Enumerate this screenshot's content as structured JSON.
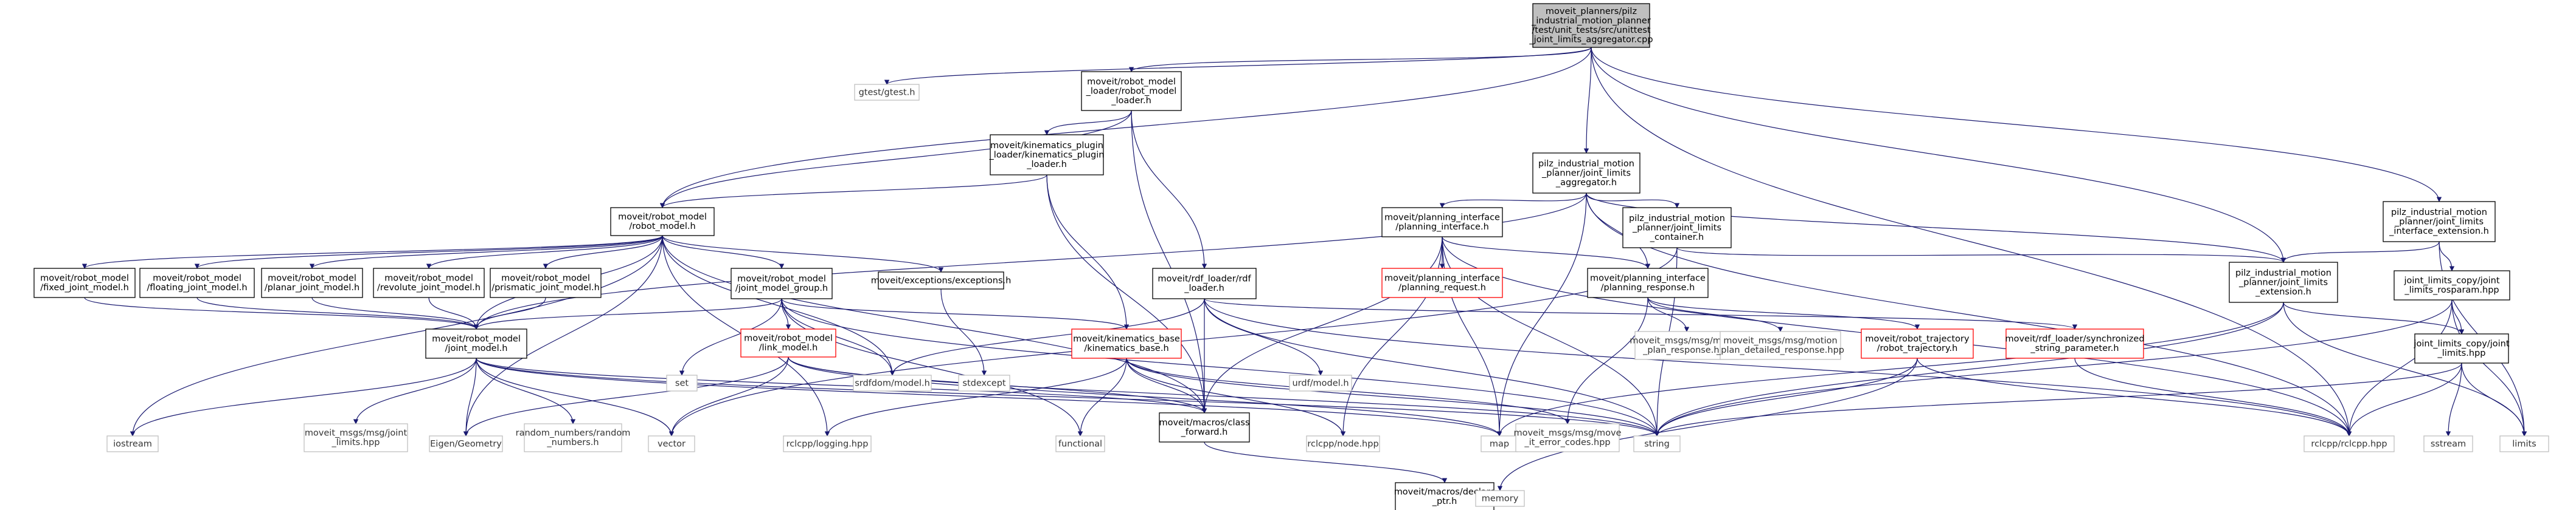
{
  "diagram": {
    "type": "include-dependency-graph",
    "colors": {
      "edge": "#191970",
      "root_fill": "#bfbfbf",
      "node_border": "#000000",
      "external_border": "#bfbfbf",
      "missing_border": "#ff0000"
    },
    "nodes": [
      {
        "id": "root",
        "kind": "root",
        "lines": [
          "moveit_planners/pilz",
          "_industrial_motion_planner",
          "/test/unit_tests/src/unittest",
          "_joint_limits_aggregator.cpp"
        ]
      },
      {
        "id": "gtest",
        "kind": "external",
        "lines": [
          "gtest/gtest.h"
        ]
      },
      {
        "id": "robot_model_loader",
        "kind": "normal",
        "lines": [
          "moveit/robot_model",
          "_loader/robot_model",
          "_loader.h"
        ]
      },
      {
        "id": "kinematics_plugin_loader",
        "kind": "normal",
        "lines": [
          "moveit/kinematics_plugin",
          "_loader/kinematics_plugin",
          "_loader.h"
        ]
      },
      {
        "id": "rdf_loader",
        "kind": "normal",
        "lines": [
          "moveit/rdf_loader/rdf",
          "_loader.h"
        ]
      },
      {
        "id": "robot_model",
        "kind": "normal",
        "lines": [
          "moveit/robot_model",
          "/robot_model.h"
        ]
      },
      {
        "id": "fixed_joint",
        "kind": "normal",
        "lines": [
          "moveit/robot_model",
          "/fixed_joint_model.h"
        ]
      },
      {
        "id": "floating_joint",
        "kind": "normal",
        "lines": [
          "moveit/robot_model",
          "/floating_joint_model.h"
        ]
      },
      {
        "id": "planar_joint",
        "kind": "normal",
        "lines": [
          "moveit/robot_model",
          "/planar_joint_model.h"
        ]
      },
      {
        "id": "revolute_joint",
        "kind": "normal",
        "lines": [
          "moveit/robot_model",
          "/revolute_joint_model.h"
        ]
      },
      {
        "id": "prismatic_joint",
        "kind": "normal",
        "lines": [
          "moveit/robot_model",
          "/prismatic_joint_model.h"
        ]
      },
      {
        "id": "joint_model_group",
        "kind": "normal",
        "lines": [
          "moveit/robot_model",
          "/joint_model_group.h"
        ]
      },
      {
        "id": "exceptions",
        "kind": "normal",
        "lines": [
          "moveit/exceptions/exceptions.h"
        ]
      },
      {
        "id": "joint_model",
        "kind": "normal",
        "lines": [
          "moveit/robot_model",
          "/joint_model.h"
        ]
      },
      {
        "id": "link_model",
        "kind": "missing",
        "lines": [
          "moveit/robot_model",
          "/link_model.h"
        ]
      },
      {
        "id": "kinematics_base",
        "kind": "missing",
        "lines": [
          "moveit/kinematics_base",
          "/kinematics_base.h"
        ]
      },
      {
        "id": "class_forward",
        "kind": "normal",
        "lines": [
          "moveit/macros/class",
          "_forward.h"
        ]
      },
      {
        "id": "declare_ptr",
        "kind": "normal",
        "lines": [
          "moveit/macros/declare",
          "_ptr.h"
        ]
      },
      {
        "id": "memory",
        "kind": "external",
        "lines": [
          "memory"
        ]
      },
      {
        "id": "iostream",
        "kind": "external",
        "lines": [
          "iostream"
        ]
      },
      {
        "id": "joint_limits_hpp",
        "kind": "external",
        "lines": [
          "moveit_msgs/msg/joint",
          "_limits.hpp"
        ]
      },
      {
        "id": "eigen",
        "kind": "external",
        "lines": [
          "Eigen/Geometry"
        ]
      },
      {
        "id": "random_numbers",
        "kind": "external",
        "lines": [
          "random_numbers/random",
          "_numbers.h"
        ]
      },
      {
        "id": "vector",
        "kind": "external",
        "lines": [
          "vector"
        ]
      },
      {
        "id": "rclcpp_logging",
        "kind": "external",
        "lines": [
          "rclcpp/logging.hpp"
        ]
      },
      {
        "id": "set",
        "kind": "external",
        "lines": [
          "set"
        ]
      },
      {
        "id": "stdexcept",
        "kind": "external",
        "lines": [
          "stdexcept"
        ]
      },
      {
        "id": "functional",
        "kind": "external",
        "lines": [
          "functional"
        ]
      },
      {
        "id": "srdfdom_model",
        "kind": "external",
        "lines": [
          "srdfdom/model.h"
        ]
      },
      {
        "id": "urdf_model",
        "kind": "external",
        "lines": [
          "urdf/model.h"
        ]
      },
      {
        "id": "rclcpp_node",
        "kind": "external",
        "lines": [
          "rclcpp/node.hpp"
        ]
      },
      {
        "id": "map",
        "kind": "external",
        "lines": [
          "map"
        ]
      },
      {
        "id": "move_it_error_codes",
        "kind": "external",
        "lines": [
          "moveit_msgs/msg/move",
          "_it_error_codes.hpp"
        ]
      },
      {
        "id": "string",
        "kind": "external",
        "lines": [
          "string"
        ]
      },
      {
        "id": "aggregator",
        "kind": "normal",
        "lines": [
          "pilz_industrial_motion",
          "_planner/joint_limits",
          "_aggregator.h"
        ]
      },
      {
        "id": "planning_interface",
        "kind": "normal",
        "lines": [
          "moveit/planning_interface",
          "/planning_interface.h"
        ]
      },
      {
        "id": "planning_request",
        "kind": "missing",
        "lines": [
          "moveit/planning_interface",
          "/planning_request.h"
        ]
      },
      {
        "id": "limits_container",
        "kind": "normal",
        "lines": [
          "pilz_industrial_motion",
          "_planner/joint_limits",
          "_container.h"
        ]
      },
      {
        "id": "planning_response",
        "kind": "normal",
        "lines": [
          "moveit/planning_interface",
          "/planning_response.h"
        ]
      },
      {
        "id": "motion_plan_response",
        "kind": "external",
        "lines": [
          "moveit_msgs/msg/motion",
          "_plan_response.hpp"
        ]
      },
      {
        "id": "motion_plan_detailed",
        "kind": "external",
        "lines": [
          "moveit_msgs/msg/motion",
          "_plan_detailed_response.hpp"
        ]
      },
      {
        "id": "robot_trajectory",
        "kind": "missing",
        "lines": [
          "moveit/robot_trajectory",
          "/robot_trajectory.h"
        ]
      },
      {
        "id": "synchronized_string",
        "kind": "missing",
        "lines": [
          "moveit/rdf_loader/synchronized",
          "_string_parameter.h"
        ]
      },
      {
        "id": "limits_extension",
        "kind": "normal",
        "lines": [
          "pilz_industrial_motion",
          "_planner/joint_limits",
          "_extension.h"
        ]
      },
      {
        "id": "interface_extension",
        "kind": "normal",
        "lines": [
          "pilz_industrial_motion",
          "_planner/joint_limits",
          "_interface_extension.h"
        ]
      },
      {
        "id": "limits_rosparam",
        "kind": "normal",
        "lines": [
          "joint_limits_copy/joint",
          "_limits_rosparam.hpp"
        ]
      },
      {
        "id": "limits_copy_hpp",
        "kind": "normal",
        "lines": [
          "joint_limits_copy/joint",
          "_limits.hpp"
        ]
      },
      {
        "id": "sstream",
        "kind": "external",
        "lines": [
          "sstream"
        ]
      },
      {
        "id": "limits",
        "kind": "external",
        "lines": [
          "limits"
        ]
      },
      {
        "id": "rclcpp_hpp",
        "kind": "external",
        "lines": [
          "rclcpp/rclcpp.hpp"
        ]
      }
    ],
    "edges": [
      [
        "root",
        "gtest"
      ],
      [
        "root",
        "robot_model_loader"
      ],
      [
        "root",
        "robot_model"
      ],
      [
        "root",
        "aggregator"
      ],
      [
        "root",
        "limits_extension"
      ],
      [
        "root",
        "interface_extension"
      ],
      [
        "root",
        "rclcpp_hpp"
      ],
      [
        "robot_model_loader",
        "kinematics_plugin_loader"
      ],
      [
        "robot_model_loader",
        "rdf_loader"
      ],
      [
        "robot_model_loader",
        "robot_model"
      ],
      [
        "robot_model_loader",
        "class_forward"
      ],
      [
        "kinematics_plugin_loader",
        "robot_model"
      ],
      [
        "kinematics_plugin_loader",
        "kinematics_base"
      ],
      [
        "kinematics_plugin_loader",
        "class_forward"
      ],
      [
        "rdf_loader",
        "class_forward"
      ],
      [
        "rdf_loader",
        "urdf_model"
      ],
      [
        "rdf_loader",
        "srdfdom_model"
      ],
      [
        "rdf_loader",
        "synchronized_string"
      ],
      [
        "rdf_loader",
        "string"
      ],
      [
        "rdf_loader",
        "rclcpp_hpp"
      ],
      [
        "robot_model",
        "fixed_joint"
      ],
      [
        "robot_model",
        "floating_joint"
      ],
      [
        "robot_model",
        "planar_joint"
      ],
      [
        "robot_model",
        "revolute_joint"
      ],
      [
        "robot_model",
        "prismatic_joint"
      ],
      [
        "robot_model",
        "joint_model_group"
      ],
      [
        "robot_model",
        "exceptions"
      ],
      [
        "robot_model",
        "iostream"
      ],
      [
        "robot_model",
        "eigen"
      ],
      [
        "robot_model",
        "rclcpp_logging"
      ],
      [
        "robot_model",
        "srdfdom_model"
      ],
      [
        "robot_model",
        "class_forward"
      ],
      [
        "robot_model",
        "joint_model"
      ],
      [
        "fixed_joint",
        "joint_model"
      ],
      [
        "floating_joint",
        "joint_model"
      ],
      [
        "planar_joint",
        "joint_model"
      ],
      [
        "revolute_joint",
        "joint_model"
      ],
      [
        "prismatic_joint",
        "joint_model"
      ],
      [
        "joint_model_group",
        "joint_model"
      ],
      [
        "joint_model_group",
        "link_model"
      ],
      [
        "joint_model_group",
        "kinematics_base"
      ],
      [
        "joint_model_group",
        "set"
      ],
      [
        "joint_model_group",
        "functional"
      ],
      [
        "joint_model_group",
        "srdfdom_model"
      ],
      [
        "joint_model_group",
        "string"
      ],
      [
        "exceptions",
        "stdexcept"
      ],
      [
        "joint_model",
        "iostream"
      ],
      [
        "joint_model",
        "joint_limits_hpp"
      ],
      [
        "joint_model",
        "eigen"
      ],
      [
        "joint_model",
        "random_numbers"
      ],
      [
        "joint_model",
        "vector"
      ],
      [
        "joint_model",
        "class_forward"
      ],
      [
        "joint_model",
        "map"
      ],
      [
        "joint_model",
        "string"
      ],
      [
        "link_model",
        "class_forward"
      ],
      [
        "link_model",
        "eigen"
      ],
      [
        "link_model",
        "vector"
      ],
      [
        "link_model",
        "map"
      ],
      [
        "link_model",
        "string"
      ],
      [
        "kinematics_base",
        "class_forward"
      ],
      [
        "kinematics_base",
        "functional"
      ],
      [
        "kinematics_base",
        "rclcpp_logging"
      ],
      [
        "kinematics_base",
        "rclcpp_node"
      ],
      [
        "kinematics_base",
        "move_it_error_codes"
      ],
      [
        "kinematics_base",
        "string"
      ],
      [
        "class_forward",
        "declare_ptr"
      ],
      [
        "declare_ptr",
        "memory"
      ],
      [
        "aggregator",
        "planning_interface"
      ],
      [
        "aggregator",
        "limits_container"
      ],
      [
        "aggregator",
        "planning_response"
      ],
      [
        "aggregator",
        "joint_model"
      ],
      [
        "aggregator",
        "map"
      ],
      [
        "aggregator",
        "limits_extension"
      ],
      [
        "aggregator",
        "rclcpp_hpp"
      ],
      [
        "planning_interface",
        "planning_request"
      ],
      [
        "planning_interface",
        "planning_response"
      ],
      [
        "planning_interface",
        "class_forward"
      ],
      [
        "planning_interface",
        "rclcpp_node"
      ],
      [
        "planning_interface",
        "map"
      ],
      [
        "planning_interface",
        "string"
      ],
      [
        "planning_interface",
        "rclcpp_hpp"
      ],
      [
        "limits_container",
        "vector"
      ],
      [
        "limits_container",
        "limits_extension"
      ],
      [
        "limits_container",
        "string"
      ],
      [
        "planning_response",
        "motion_plan_response"
      ],
      [
        "planning_response",
        "motion_plan_detailed"
      ],
      [
        "planning_response",
        "move_it_error_codes"
      ],
      [
        "planning_response",
        "robot_trajectory"
      ],
      [
        "robot_trajectory",
        "memory"
      ],
      [
        "robot_trajectory",
        "string"
      ],
      [
        "robot_trajectory",
        "rclcpp_hpp"
      ],
      [
        "synchronized_string",
        "rclcpp_hpp"
      ],
      [
        "limits_extension",
        "limits_copy_hpp"
      ],
      [
        "limits_extension",
        "string"
      ],
      [
        "limits_extension",
        "limits"
      ],
      [
        "limits_extension",
        "map"
      ],
      [
        "interface_extension",
        "limits_extension"
      ],
      [
        "interface_extension",
        "limits_rosparam"
      ],
      [
        "interface_extension",
        "limits"
      ],
      [
        "limits_rosparam",
        "limits_copy_hpp"
      ],
      [
        "limits_rosparam",
        "rclcpp_hpp"
      ],
      [
        "limits_rosparam",
        "string"
      ],
      [
        "limits_rosparam",
        "limits"
      ],
      [
        "limits_copy_hpp",
        "sstream"
      ],
      [
        "limits_copy_hpp",
        "limits"
      ],
      [
        "limits_copy_hpp",
        "rclcpp_hpp"
      ],
      [
        "limits_copy_hpp",
        "string"
      ]
    ]
  }
}
